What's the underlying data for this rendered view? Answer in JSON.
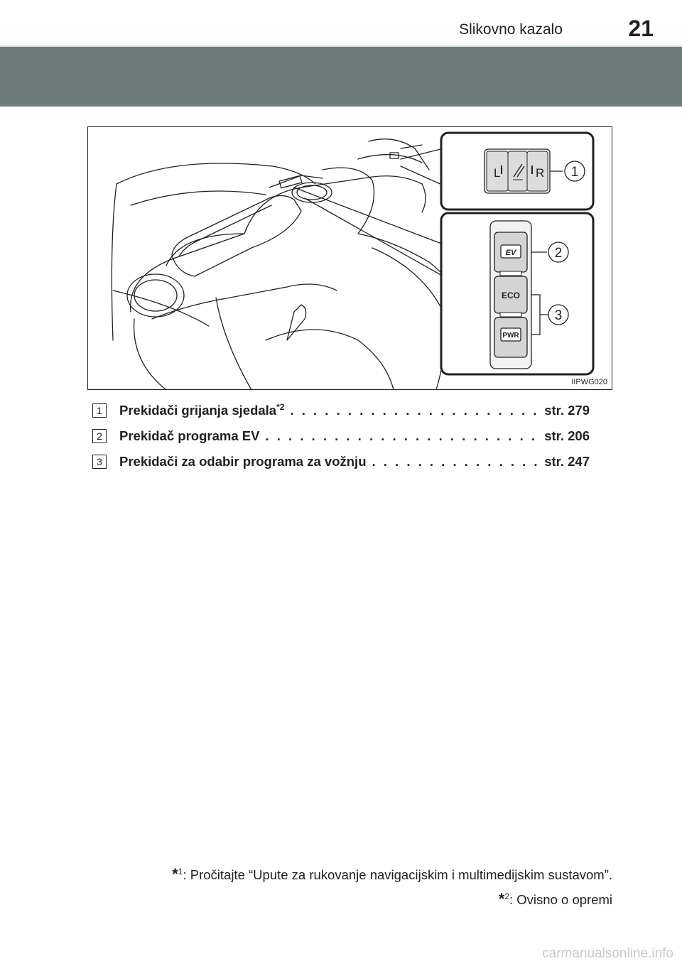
{
  "header": {
    "section_title": "Slikovno kazalo",
    "page_number": "21"
  },
  "figure": {
    "code": "IIPWG020",
    "callouts": [
      "1",
      "2",
      "3"
    ],
    "switch_labels": {
      "left": "L",
      "right": "R",
      "ev": "EV",
      "eco": "ECO",
      "pwr": "PWR"
    }
  },
  "legend": [
    {
      "number": "1",
      "label": "Prekidači grijanja sjedala",
      "marker": "*2",
      "page": "str. 279"
    },
    {
      "number": "2",
      "label": "Prekidač programa EV",
      "page": "str. 206"
    },
    {
      "number": "3",
      "label": "Prekidači za odabir programa za vožnju",
      "page": "str. 247"
    }
  ],
  "footnotes": [
    {
      "star": "*",
      "num": "1",
      "text": ": Pročitajte “Upute za rukovanje navigacijskim i multimedijskim sustavom”."
    },
    {
      "star": "*",
      "num": "2",
      "text": ": Ovisno o opremi"
    }
  ],
  "watermark": "carmanualsonline.info"
}
